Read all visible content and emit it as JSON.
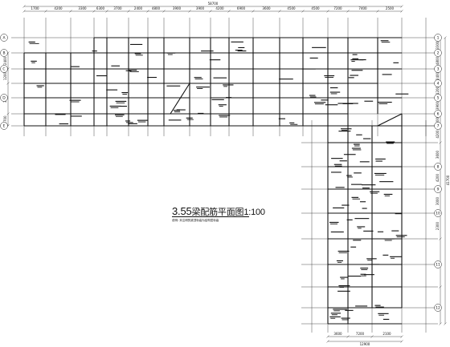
{
  "drawing": {
    "title_number": "3.55",
    "title_text": "梁配筋平面图",
    "scale": "1:100",
    "note": "说明: 未注明的梁顶标高为结构层标高"
  },
  "top_dimensions": [
    "1700",
    "4200",
    "3300",
    "6300",
    "3700",
    "2400",
    "4800",
    "3900",
    "3900",
    "4200",
    "6900",
    "3600",
    "4500",
    "4500",
    "7200",
    "7400",
    "2500"
  ],
  "top_total": "58700",
  "right_dimensions": [
    "3300",
    "4800",
    "2400",
    "1200",
    "3900",
    "6000",
    "4200",
    "3600",
    "4200",
    "3000",
    "2300"
  ],
  "right_total": "41700",
  "bottom_dimensions": [
    "3600",
    "7200",
    "2100"
  ],
  "bottom_total": "12900",
  "left_dimensions": [
    "2400",
    "1200",
    "3900",
    "1700"
  ],
  "axis_labels_left": [
    "A",
    "B",
    "C",
    "D",
    "E"
  ],
  "axis_labels_right": [
    "1",
    "2",
    "3",
    "4",
    "5",
    "6",
    "7",
    "8",
    "9",
    "10",
    "11",
    "12"
  ]
}
